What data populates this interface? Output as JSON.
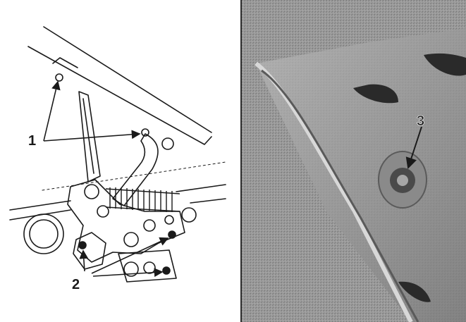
{
  "figure": {
    "left_panel": {
      "callouts": [
        {
          "label": "1"
        },
        {
          "label": "2"
        }
      ]
    },
    "right_panel": {
      "callouts": [
        {
          "label": "3"
        }
      ]
    }
  },
  "colors": {
    "ink": "#1a1a1a",
    "paper": "#ffffff",
    "photo_base": "#8e8e8e",
    "photo_dark": "#2a2a2a"
  }
}
